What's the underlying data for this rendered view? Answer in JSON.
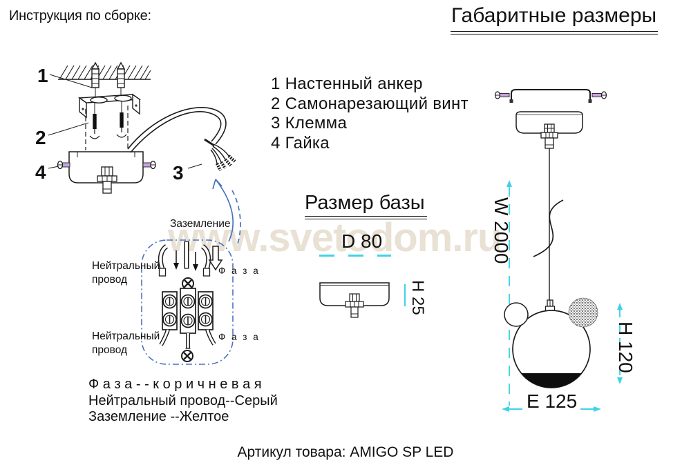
{
  "document": {
    "left_title": "Инструкция по сборке:",
    "right_title": "Габаритные размеры",
    "watermark": "www.svetodom.ru",
    "footer": "Артикул товара: AMIGO SP LED"
  },
  "assembly": {
    "part_numbers": [
      "1",
      "2",
      "3",
      "4"
    ],
    "legend": [
      "1 Настенный анкер",
      "2 Самонарезающий винт",
      "3 Клемма",
      "4 Гайка"
    ]
  },
  "base": {
    "title": "Размер базы",
    "diameter": "D 80",
    "height": "H 25"
  },
  "wiring": {
    "ground": "Заземление",
    "neutral_line1": "Нейтральный",
    "neutral_line2": "провод",
    "phase": "Ф а з а",
    "notes": [
      "Ф а з а - - к о р и ч н е в а я",
      "Нейтральный провод--Серый",
      "Заземление --Желтое"
    ]
  },
  "pendant": {
    "wire_length": "W 2000",
    "height": "H 120",
    "width": "E 125"
  },
  "colors": {
    "dimension_cyan": "#3fd2e6",
    "wiring_blue": "#4a72c0",
    "screw_purple": "#c9a3e0",
    "watermark_beige": "#e8e1d4"
  }
}
